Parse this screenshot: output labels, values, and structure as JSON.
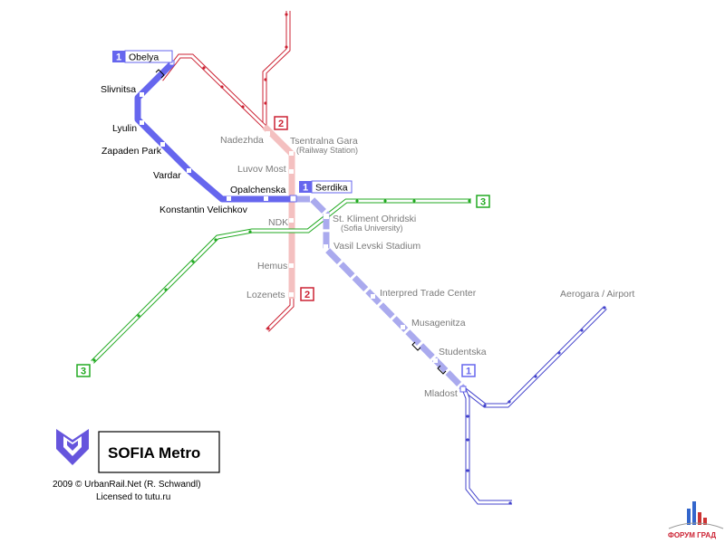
{
  "title": "SOFIA Metro",
  "credits": {
    "line1": "2009 © UrbanRail.Net (R. Schwandl)",
    "line2": "Licensed to tutu.ru"
  },
  "watermark": {
    "text": "ФОРУМ ГРАД"
  },
  "colors": {
    "line1_built": "#6666ee",
    "line1_planned": "#aaaaee",
    "line1_dark": "#4444cc",
    "line2_built": "#f4c0c0",
    "line2_planned": "#cc2233",
    "line3_planned": "#22aa22",
    "logo": "#6655dd"
  },
  "lines": [
    {
      "number": "1",
      "name": "Line 1",
      "terminus_label": "Obelya",
      "terminus_label_2": "Serdika"
    },
    {
      "number": "2",
      "name": "Line 2"
    },
    {
      "number": "3",
      "name": "Line 3"
    }
  ],
  "stations": {
    "obelya": "Obelya",
    "slivnitsa": "Slivnitsa",
    "lyulin": "Lyulin",
    "zapaden_park": "Zapaden Park",
    "vardar": "Vardar",
    "konstantin_velichkov": "Konstantin Velichkov",
    "opalchenska": "Opalchenska",
    "serdika": "Serdika",
    "nadezhda": "Nadezhda",
    "tsentralna_gara": "Tsentralna Gara",
    "tsentralna_gara_sub": "(Railway Station)",
    "luvov_most": "Luvov Most",
    "ndk": "NDK",
    "st_kliment": "St. Kliment Ohridski",
    "st_kliment_sub": "(Sofia University)",
    "vasil_levski": "Vasil Levski Stadium",
    "hemus": "Hemus",
    "lozenets": "Lozenets",
    "interpred": "Interpred Trade Center",
    "musagenitza": "Musagenitza",
    "studentska": "Studentska",
    "mladost": "Mladost",
    "aerogara": "Aerogara / Airport"
  },
  "badges": {
    "obelya_line": "1",
    "serdika_line": "1",
    "l2_north": "2",
    "l2_south": "2",
    "l3_east": "3",
    "l3_west": "3",
    "l1_south": "1"
  }
}
